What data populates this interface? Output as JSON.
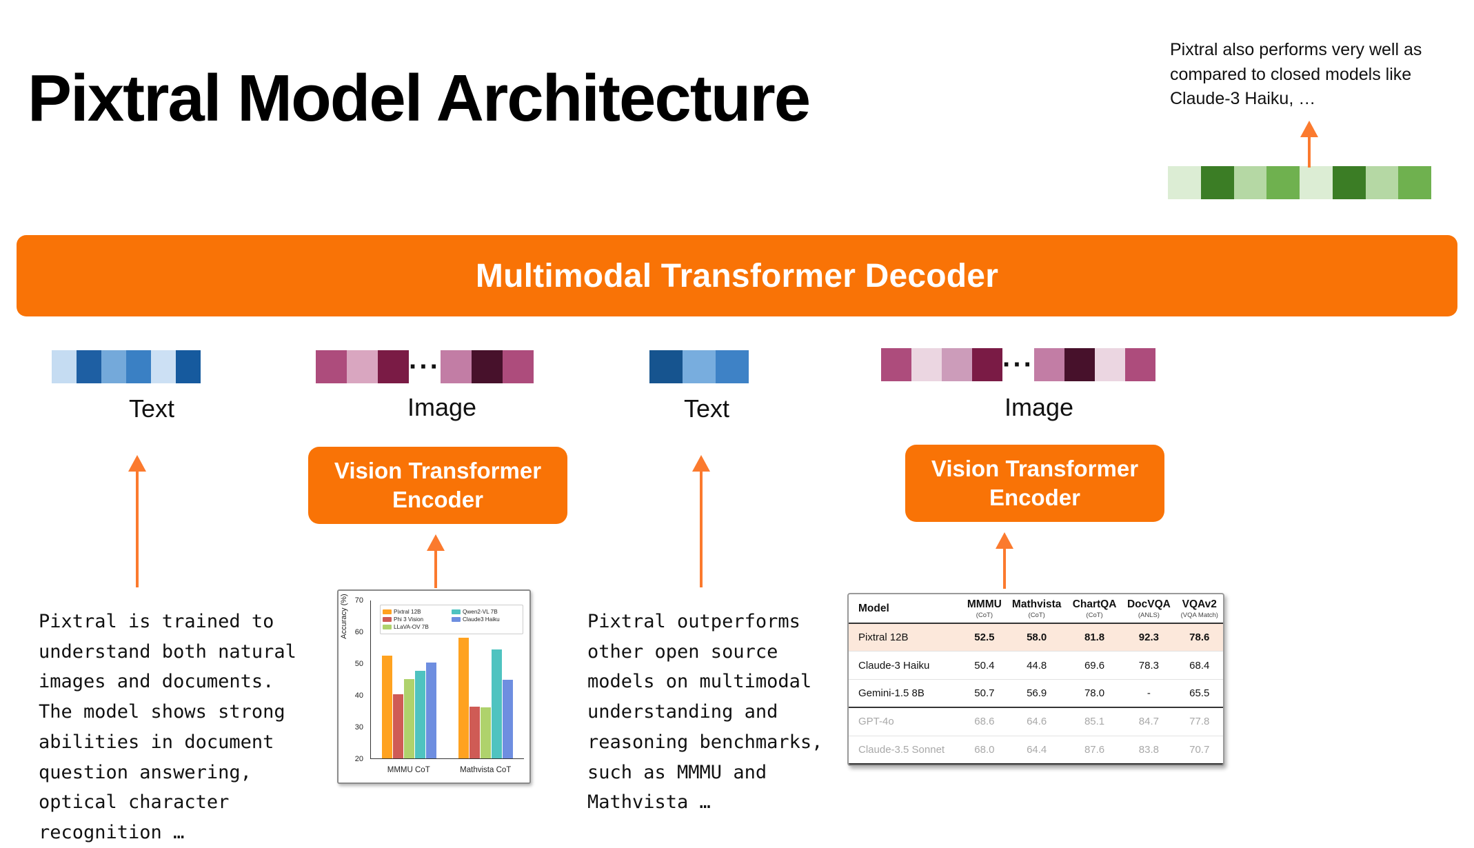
{
  "slide": {
    "title": "Pixtral Model Architecture",
    "decoder_label": "Multimodal Transformer Decoder",
    "encoder_label": "Vision Transformer Encoder",
    "ellipsis": "···"
  },
  "top_right_note": {
    "text": "Pixtral also performs very well as compared to closed models like Claude-3 Haiku, …",
    "strip_colors": [
      "#DCEDD4",
      "#3B7D25",
      "#B5D8A4",
      "#6FB14F",
      "#DCEDD4",
      "#3B7D25",
      "#B5D8A4",
      "#6FB14F"
    ]
  },
  "modalities": [
    {
      "label": "Text",
      "kind": "text",
      "groups": [
        [
          "#C5DCF2",
          "#1E5FA3",
          "#74A9DA",
          "#3A80C4",
          "#CCE0F4",
          "#165A9E"
        ]
      ]
    },
    {
      "label": "Image",
      "kind": "image",
      "groups": [
        [
          "#AD4C7C",
          "#D9A6C0",
          "#7A1B45"
        ],
        [
          "#C27DA5",
          "#47112B",
          "#AD4C7C"
        ]
      ]
    },
    {
      "label": "Text",
      "kind": "text",
      "groups": [
        [
          "#16548F",
          "#78ADDE",
          "#3E82C6"
        ]
      ]
    },
    {
      "label": "Image",
      "kind": "image",
      "groups": [
        [
          "#AD4C7C",
          "#EBD6E1",
          "#CC9CBA",
          "#7A1B45"
        ],
        [
          "#C27DA5",
          "#47112B",
          "#EBD6E1",
          "#AD4C7C"
        ]
      ]
    }
  ],
  "captions": {
    "left": "Pixtral is trained to\nunderstand both natural\nimages and documents.\nThe model shows strong\nabilities in document\nquestion answering,\noptical character\nrecognition …",
    "middle": "Pixtral outperforms\nother open source\nmodels on multimodal\nunderstanding and\nreasoning benchmarks,\nsuch as MMMU and\nMathvista …"
  },
  "chart_data": {
    "type": "bar",
    "title": "",
    "xlabel": "",
    "ylabel": "Accuracy (%)",
    "ylim": [
      20,
      70
    ],
    "yticks": [
      20,
      30,
      40,
      50,
      60,
      70
    ],
    "grid": false,
    "legend_position": "upper-center",
    "categories": [
      "MMMU CoT",
      "Mathvista CoT"
    ],
    "series": [
      {
        "name": "Pixtral 12B",
        "color": "#FFA220",
        "values": [
          52.3,
          58.0
        ]
      },
      {
        "name": "Phi 3 Vision",
        "color": "#CF5B55",
        "values": [
          40.2,
          36.4
        ]
      },
      {
        "name": "LLaVA-OV 7B",
        "color": "#AFD26C",
        "values": [
          45.1,
          36.1
        ]
      },
      {
        "name": "Qwen2-VL 7B",
        "color": "#4FC3C0",
        "values": [
          47.6,
          54.3
        ]
      },
      {
        "name": "Claude3 Haiku",
        "color": "#6E8EE0",
        "values": [
          50.3,
          44.8
        ]
      }
    ]
  },
  "results_table": {
    "columns": [
      {
        "name": "Model",
        "sub": ""
      },
      {
        "name": "MMMU",
        "sub": "(CoT)"
      },
      {
        "name": "Mathvista",
        "sub": "(CoT)"
      },
      {
        "name": "ChartQA",
        "sub": "(CoT)"
      },
      {
        "name": "DocVQA",
        "sub": "(ANLS)"
      },
      {
        "name": "VQAv2",
        "sub": "(VQA Match)"
      }
    ],
    "rows": [
      {
        "model": "Pixtral 12B",
        "values": [
          "52.5",
          "58.0",
          "81.8",
          "92.3",
          "78.6"
        ],
        "style": "highlight"
      },
      {
        "model": "Claude-3 Haiku",
        "values": [
          "50.4",
          "44.8",
          "69.6",
          "78.3",
          "68.4"
        ],
        "style": "normal"
      },
      {
        "model": "Gemini-1.5 8B",
        "values": [
          "50.7",
          "56.9",
          "78.0",
          "-",
          "65.5"
        ],
        "style": "separator"
      },
      {
        "model": "GPT-4o",
        "values": [
          "68.6",
          "64.6",
          "85.1",
          "84.7",
          "77.8"
        ],
        "style": "dim"
      },
      {
        "model": "Claude-3.5 Sonnet",
        "values": [
          "68.0",
          "64.4",
          "87.6",
          "83.8",
          "70.7"
        ],
        "style": "dim-last"
      }
    ]
  },
  "colors": {
    "orange": "#F97306",
    "arrow": "#FB7A2E"
  }
}
